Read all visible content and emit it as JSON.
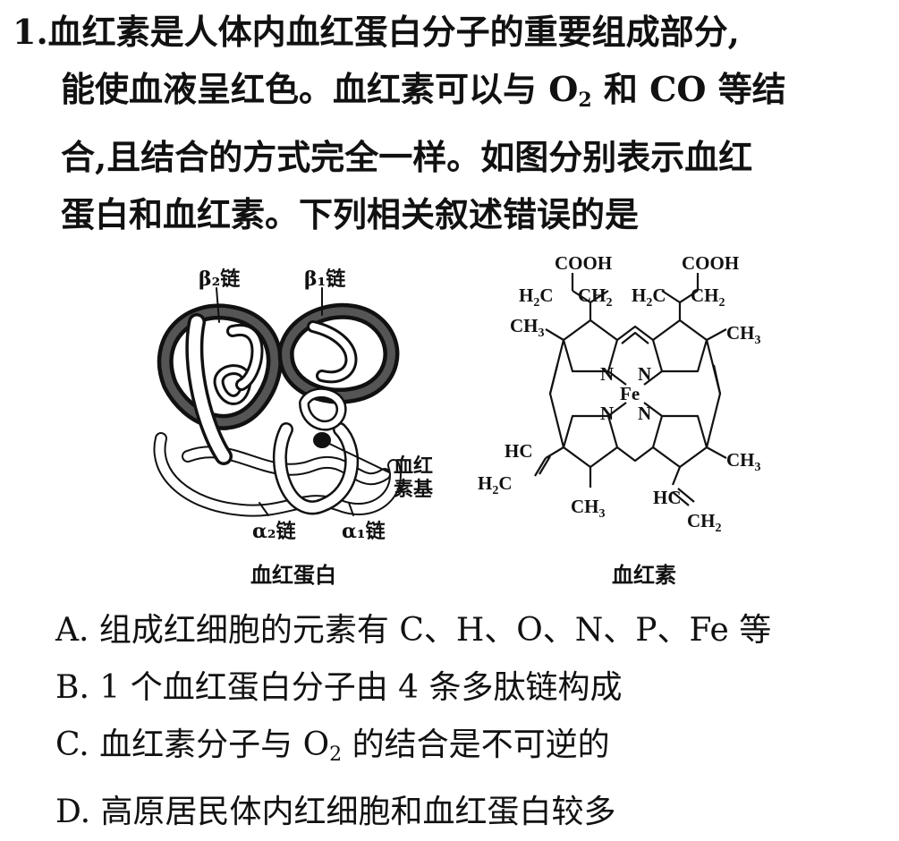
{
  "question": {
    "number": "1.",
    "stem_lines": [
      "血红素是人体内血红蛋白分子的重要组成部分,",
      "能使血液呈红色。血红素可以与 O",
      "和 CO 等结",
      "合,且结合的方式完全一样。如图分别表示血红",
      "蛋白和血红素。下列相关叙述错误的是"
    ],
    "subscript_2": "2"
  },
  "figure_left": {
    "caption": "血红蛋白",
    "label_beta2": "β₂链",
    "label_beta1": "β₁链",
    "label_alpha2": "α₂链",
    "label_alpha1": "α₁链",
    "label_heme_group_line1": "血红",
    "label_heme_group_line2": "素基"
  },
  "figure_right": {
    "caption": "血红素",
    "cooh_left": "COOH",
    "cooh_right": "COOH",
    "h2c_ch2_left_a": "H",
    "h2c_ch2_left_b": "C",
    "ch2_left": "CH",
    "h2c_right": "H",
    "h2c_right_b": "C",
    "ch2_right": "CH",
    "ch3_top_left": "CH",
    "ch3_top_right": "CH",
    "ch3_mid_right": "CH",
    "ch3_bottom": "CH",
    "hc_left": "HC",
    "h2c_left": "H",
    "h2c_left_b": "C",
    "hc_right": "HC",
    "ch2_bottom": "CH",
    "n1": "N",
    "n2": "N",
    "n3": "N",
    "n4": "N",
    "fe": "Fe",
    "sub2": "2",
    "sub3": "3"
  },
  "options": [
    "A. 组成红细胞的元素有 C、H、O、N、P、Fe 等",
    "B. 1 个血红蛋白分子由 4 条多肽链构成",
    "C. 血红素分子与 O",
    "的结合是不可逆的",
    "D. 高原居民体内红细胞和血红蛋白较多"
  ]
}
